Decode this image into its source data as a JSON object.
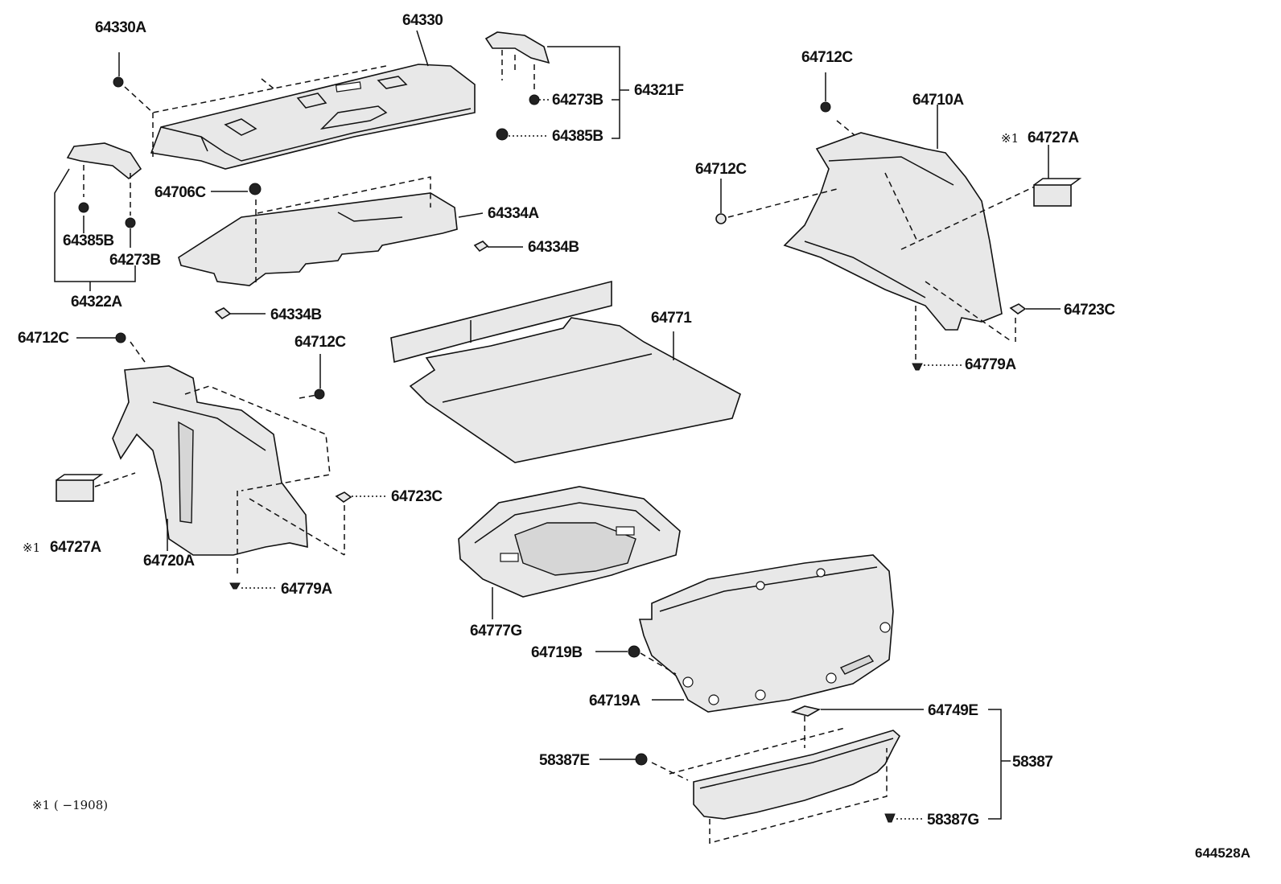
{
  "labels": {
    "p64330A": "64330A",
    "p64330": "64330",
    "p64321F": "64321F",
    "p64273B_a": "64273B",
    "p64385B_a": "64385B",
    "p64706C": "64706C",
    "p64334A": "64334A",
    "p64334B_a": "64334B",
    "p64334B_b": "64334B",
    "p64385B_b": "64385B",
    "p64273B_b": "64273B",
    "p64322A": "64322A",
    "p64712C_a": "64712C",
    "p64712C_b": "64712C",
    "p64712C_c": "64712C",
    "p64712C_d": "64712C",
    "p64710A": "64710A",
    "p64727A_a": "64727A",
    "p64727A_b": "64727A",
    "p64723C_a": "64723C",
    "p64723C_b": "64723C",
    "p64779A_a": "64779A",
    "p64779A_b": "64779A",
    "p64771": "64771",
    "p64720A": "64720A",
    "p64777G": "64777G",
    "p64719B": "64719B",
    "p64719A": "64719A",
    "p64749E": "64749E",
    "p58387": "58387",
    "p58387E": "58387E",
    "p58387G": "58387G"
  },
  "notes": {
    "mark_a": "※1",
    "mark_b": "※1",
    "footnote": "※1 (      −1908)"
  },
  "diagram_code": "644528A"
}
